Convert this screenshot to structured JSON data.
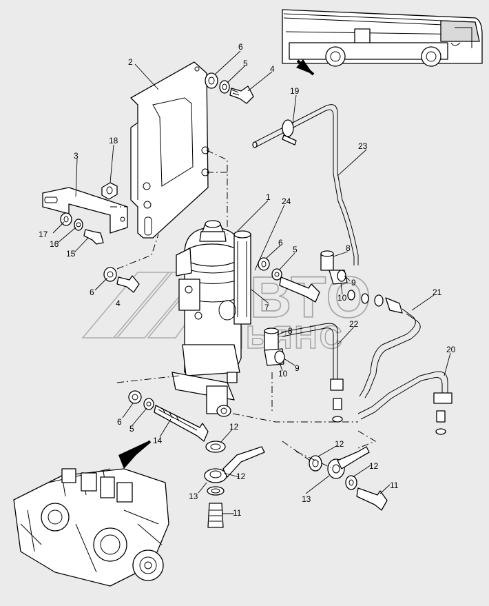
{
  "diagram": {
    "callouts": [
      {
        "id": "c6a",
        "text": "6"
      },
      {
        "id": "c5a",
        "text": "5"
      },
      {
        "id": "c4a",
        "text": "4"
      },
      {
        "id": "c2",
        "text": "2"
      },
      {
        "id": "c19",
        "text": "19"
      },
      {
        "id": "c23",
        "text": "23"
      },
      {
        "id": "c18",
        "text": "18"
      },
      {
        "id": "c3",
        "text": "3"
      },
      {
        "id": "c1",
        "text": "1"
      },
      {
        "id": "c24",
        "text": "24"
      },
      {
        "id": "c6b",
        "text": "6"
      },
      {
        "id": "c5b",
        "text": "5"
      },
      {
        "id": "c8a",
        "text": "8"
      },
      {
        "id": "c9a",
        "text": "9"
      },
      {
        "id": "c10a",
        "text": "10"
      },
      {
        "id": "c17",
        "text": "17"
      },
      {
        "id": "c16",
        "text": "16"
      },
      {
        "id": "c15",
        "text": "15"
      },
      {
        "id": "c6c",
        "text": "6"
      },
      {
        "id": "c4b",
        "text": "4"
      },
      {
        "id": "c7",
        "text": "7"
      },
      {
        "id": "c21",
        "text": "21"
      },
      {
        "id": "c22",
        "text": "22"
      },
      {
        "id": "c8b",
        "text": "8"
      },
      {
        "id": "c9b",
        "text": "9"
      },
      {
        "id": "c10b",
        "text": "10"
      },
      {
        "id": "c20",
        "text": "20"
      },
      {
        "id": "c6d",
        "text": "6"
      },
      {
        "id": "c5c",
        "text": "5"
      },
      {
        "id": "c14",
        "text": "14"
      },
      {
        "id": "c12a",
        "text": "12"
      },
      {
        "id": "c12b",
        "text": "12"
      },
      {
        "id": "c13a",
        "text": "13"
      },
      {
        "id": "c11a",
        "text": "11"
      },
      {
        "id": "c12c",
        "text": "12"
      },
      {
        "id": "c12d",
        "text": "12"
      },
      {
        "id": "c13b",
        "text": "13"
      },
      {
        "id": "c11b",
        "text": "11"
      }
    ],
    "watermark": {
      "line1": "АВТО",
      "line2": "АЛЬЯНС"
    }
  },
  "colors": {
    "background": "#ebebeb",
    "line": "#000000",
    "watermark": "#8d8d8d"
  }
}
